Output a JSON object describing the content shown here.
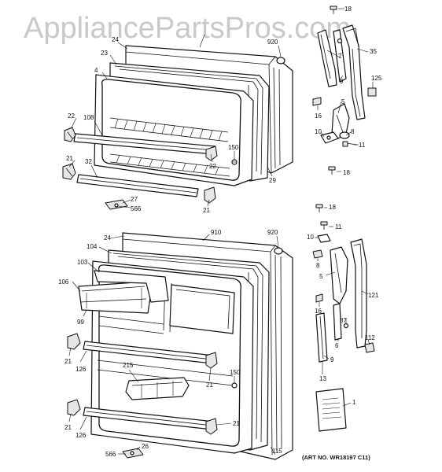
{
  "watermark": "AppliancePartsPros.com",
  "art_number": "(ART NO. WR18197 C11)",
  "top_door": {
    "labels": {
      "l24": "24",
      "l23": "23",
      "l4": "4",
      "l920": "920",
      "l22a": "22",
      "l108": "108",
      "l21": "21",
      "l32": "32",
      "l150": "150",
      "l22b": "22",
      "l29": "29",
      "l27": "27",
      "l566": "566",
      "l21b": "21"
    }
  },
  "bottom_door": {
    "labels": {
      "l24": "24",
      "l910": "910",
      "l920": "920",
      "l104": "104",
      "l103": "103",
      "l106": "106",
      "l99": "99",
      "l21a": "21",
      "l126a": "126",
      "l215": "215",
      "l150": "150",
      "l21b": "21",
      "l21c": "21",
      "l126b": "126",
      "l21d": "21",
      "l26": "26",
      "l566": "566",
      "l115": "115"
    }
  },
  "top_hinge": {
    "labels": {
      "l18a": "18",
      "l7": "7",
      "l35": "35",
      "l9": "9",
      "l125": "125",
      "l5": "5",
      "l16": "16",
      "l8": "8",
      "l10": "10",
      "l11": "11",
      "l18b": "18"
    }
  },
  "bottom_hinge": {
    "labels": {
      "l18": "18",
      "l11": "11",
      "l10": "10",
      "l8": "8",
      "l5": "5",
      "l121": "121",
      "l16": "16",
      "l87": "87",
      "l6": "6",
      "l112": "112",
      "l9": "9",
      "l13": "13",
      "l1": "1"
    }
  }
}
